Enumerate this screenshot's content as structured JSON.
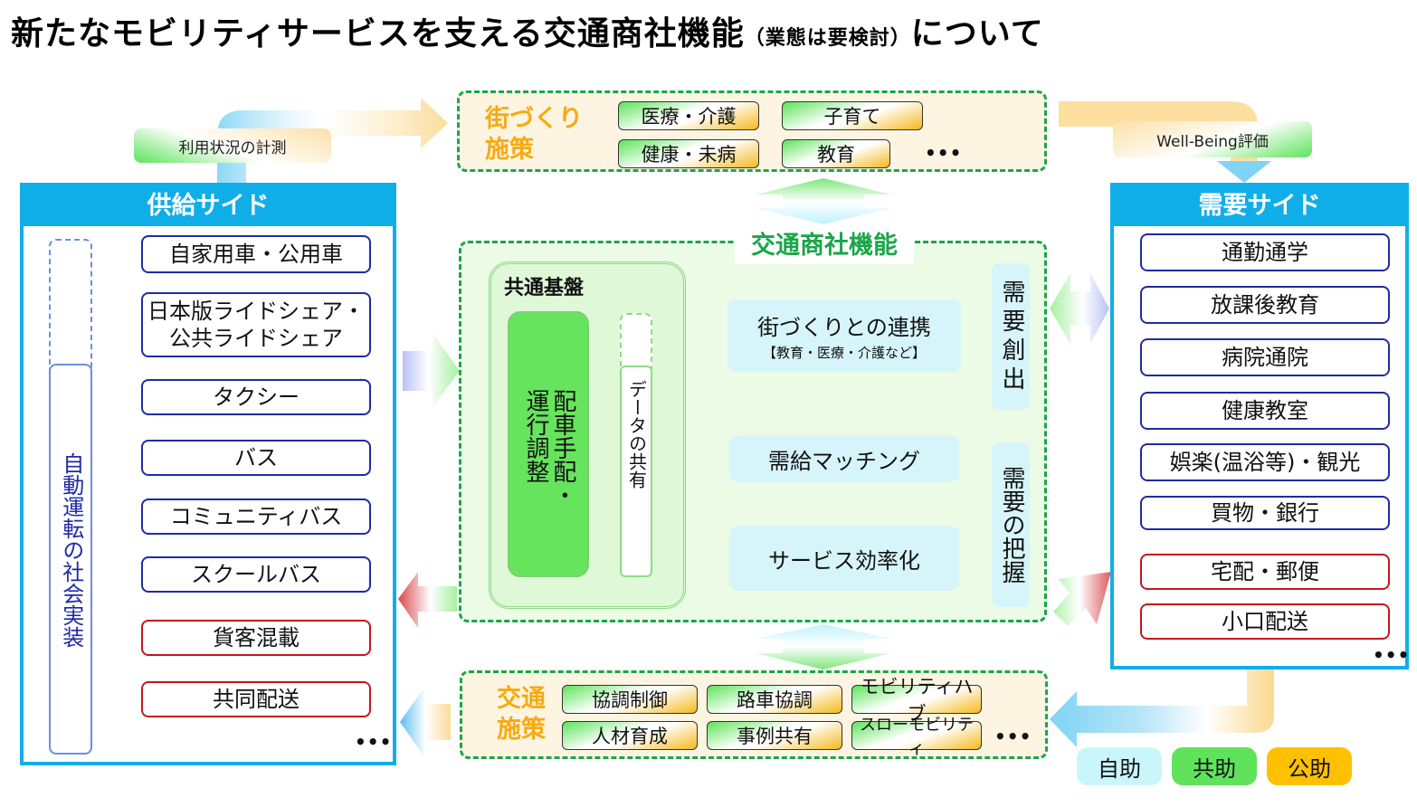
{
  "title": {
    "main": "新たなモビリティサービスを支える交通商社機能",
    "note": "（業態は要検討）",
    "suffix": "について"
  },
  "flows": {
    "usage_measurement": "利用状況の計測",
    "wellbeing_evaluation": "Well-Being評価"
  },
  "town_policy": {
    "label_line1": "街づくり",
    "label_line2": "施策",
    "chips": [
      "医療・介護",
      "子育て",
      "健康・未病",
      "教育"
    ],
    "more": "•••"
  },
  "supply_side": {
    "header": "供給サイド",
    "autonomous_label": "自動運転の社会実装",
    "items": [
      {
        "label": "自家用車・公用車",
        "category": "passenger"
      },
      {
        "label": "日本版ライドシェア・\n公共ライドシェア",
        "category": "passenger"
      },
      {
        "label": "タクシー",
        "category": "passenger"
      },
      {
        "label": "バス",
        "category": "passenger"
      },
      {
        "label": "コミュニティバス",
        "category": "passenger"
      },
      {
        "label": "スクールバス",
        "category": "passenger"
      },
      {
        "label": "貨客混載",
        "category": "freight"
      },
      {
        "label": "共同配送",
        "category": "freight"
      }
    ],
    "more": "•••"
  },
  "demand_side": {
    "header": "需要サイド",
    "items": [
      {
        "label": "通勤通学",
        "category": "passenger"
      },
      {
        "label": "放課後教育",
        "category": "passenger"
      },
      {
        "label": "病院通院",
        "category": "passenger"
      },
      {
        "label": "健康教室",
        "category": "passenger"
      },
      {
        "label": "娯楽(温浴等)・観光",
        "category": "passenger"
      },
      {
        "label": "買物・銀行",
        "category": "passenger"
      },
      {
        "label": "宅配・郵便",
        "category": "freight"
      },
      {
        "label": "小口配送",
        "category": "freight"
      }
    ],
    "more": "•••"
  },
  "core": {
    "title": "交通商社機能",
    "common_base": {
      "title": "共通基盤",
      "dispatch": "配車手配・運行調整",
      "data_sharing": "データの共有"
    },
    "town_link": {
      "main": "街づくりとの連携",
      "sub": "【教育・医療・介護など】"
    },
    "matching": "需給マッチング",
    "efficiency": "サービス効率化",
    "demand_creation": "需要創出",
    "demand_grasp": "需要の把握"
  },
  "traffic_policy": {
    "label_line1": "交通",
    "label_line2": "施策",
    "chips": [
      "協調制御",
      "路車協調",
      "モビリティハブ",
      "人材育成",
      "事例共有",
      "スローモビリティ"
    ],
    "more": "•••"
  },
  "legend": [
    {
      "label": "自助",
      "color": "#c9f6fb"
    },
    {
      "label": "共助",
      "color": "#5ee35b"
    },
    {
      "label": "公助",
      "color": "#ffc000"
    }
  ],
  "colors": {
    "panel_blue": "#10aee8",
    "passenger_border": "#1f2aa6",
    "freight_border": "#c5161e",
    "dashed_green": "#1aa64a",
    "policy_orange": "#f5ab12"
  }
}
